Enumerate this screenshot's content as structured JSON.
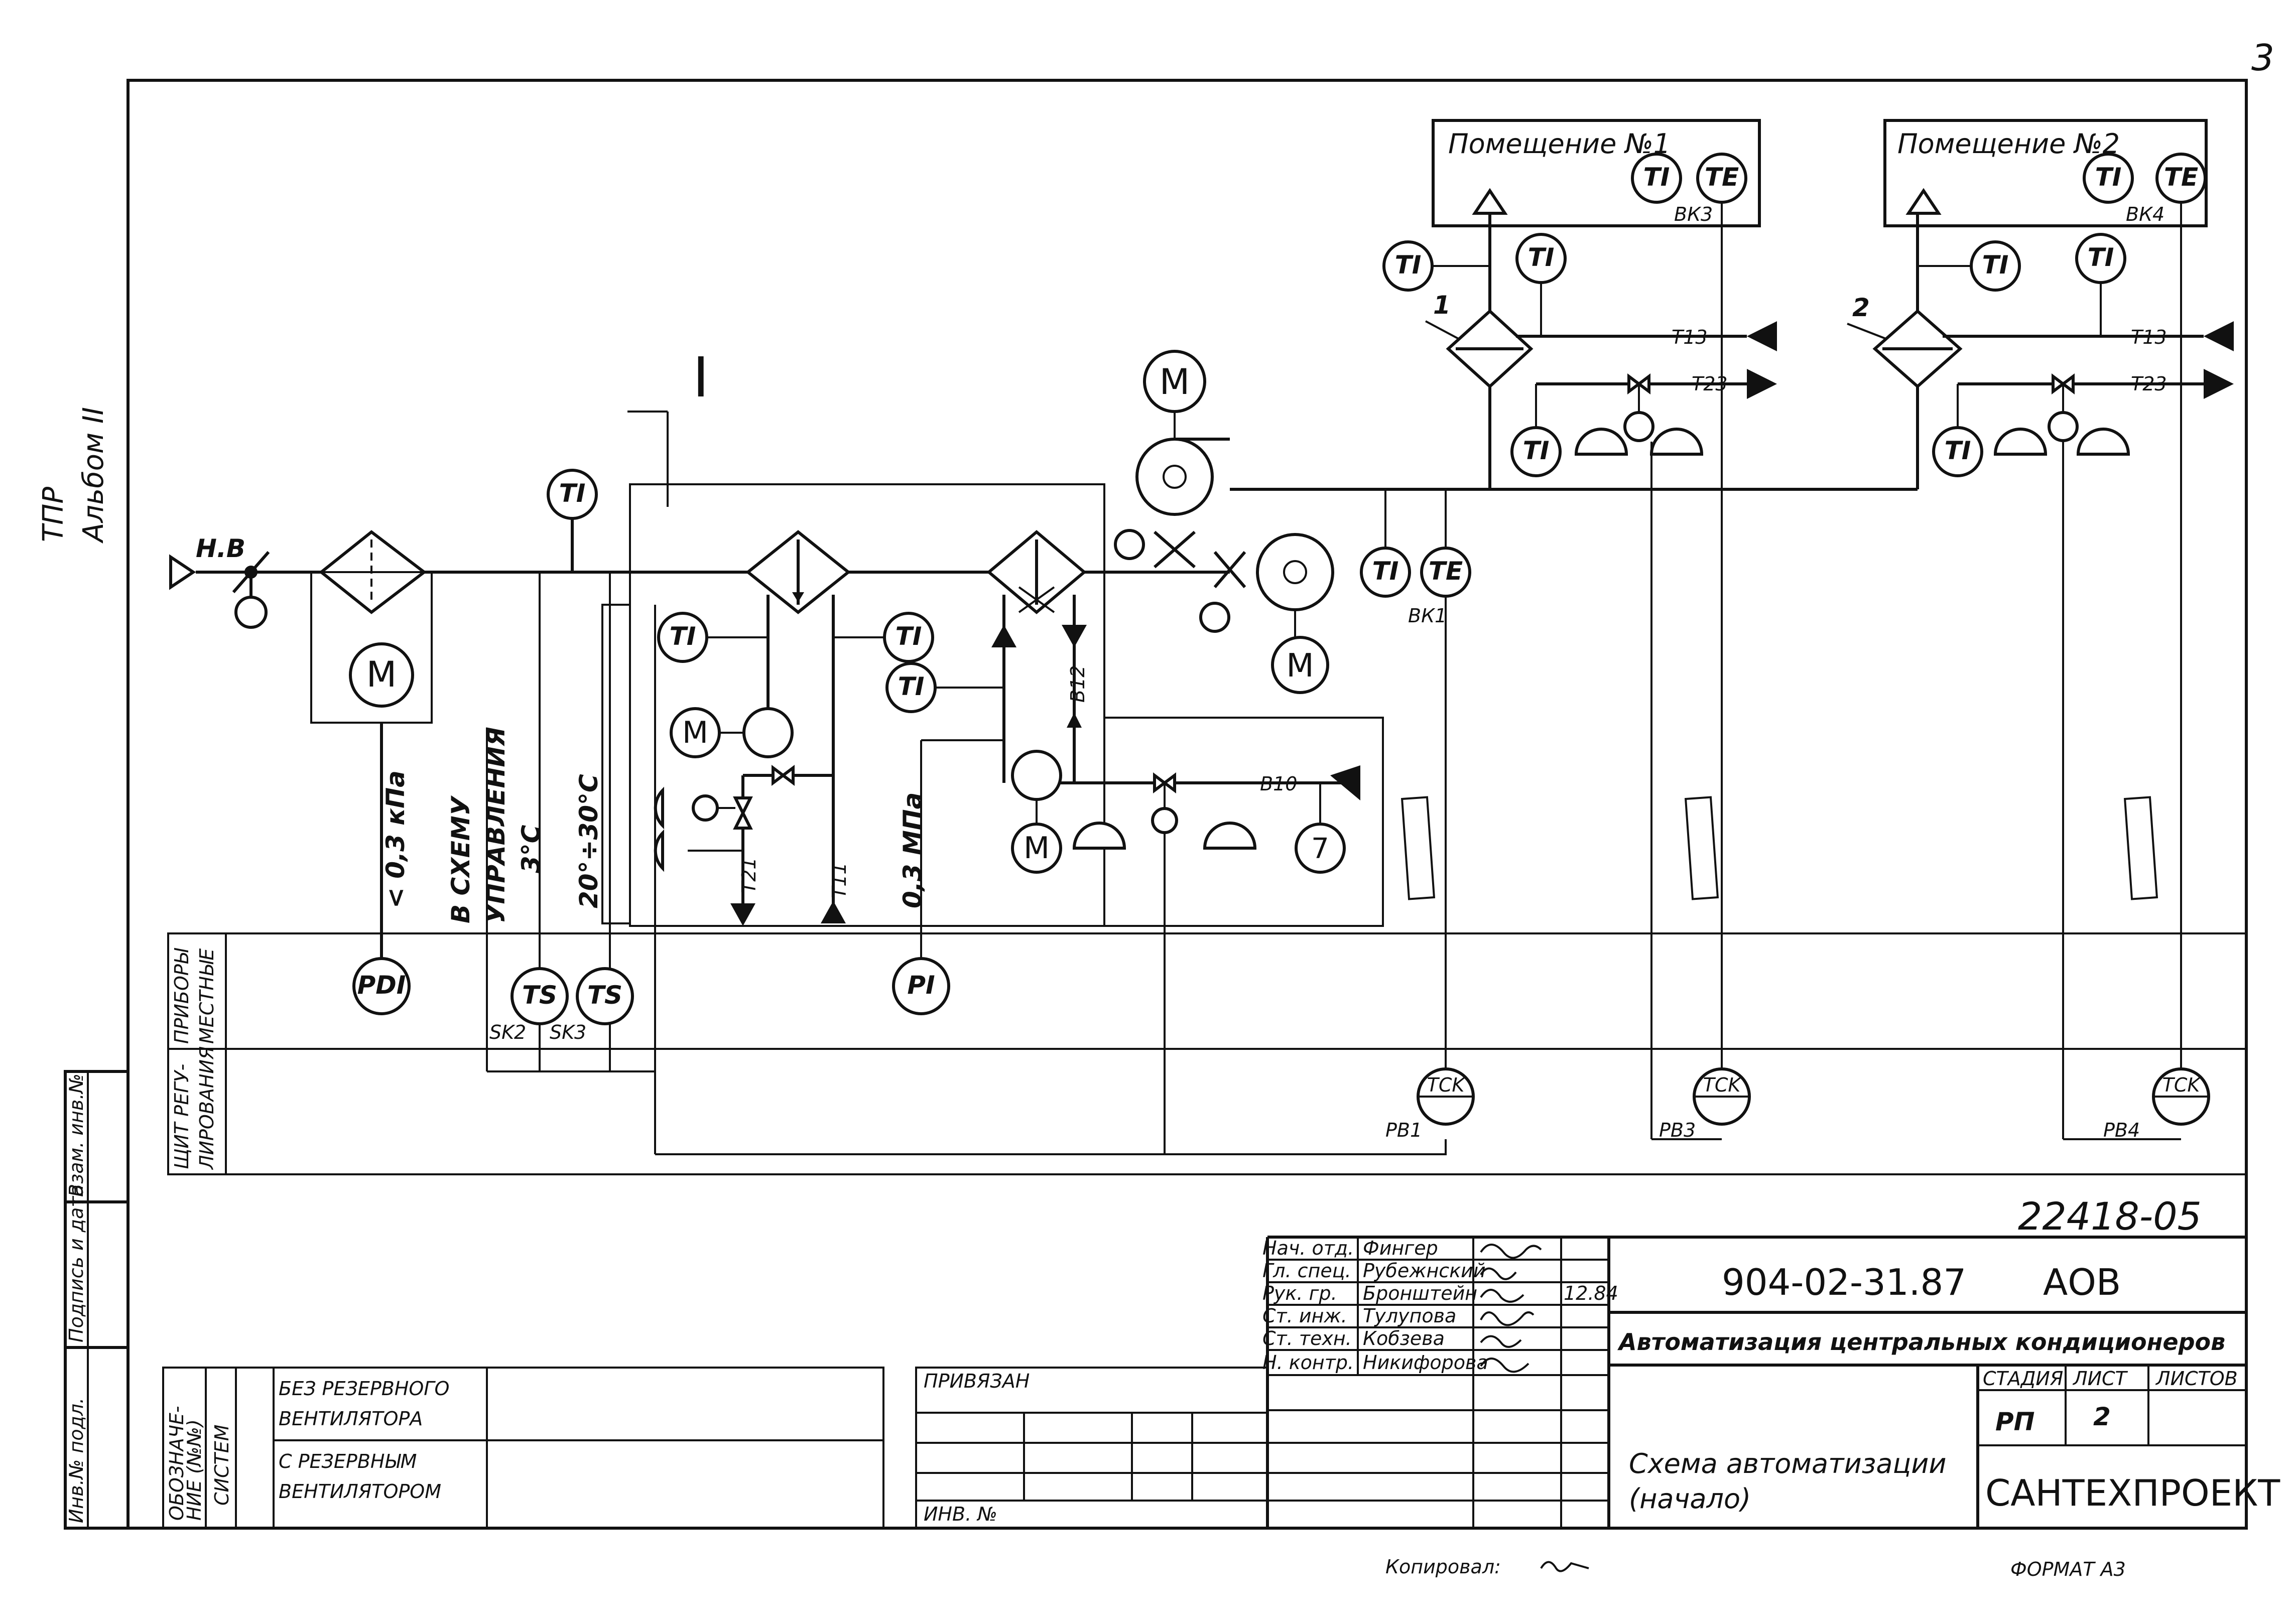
{
  "sheet": {
    "page_number": "3",
    "album_line1": "ТПР",
    "album_line2": "Альбом II",
    "format": "ФОРМАТ А3",
    "copied": "Копировал:"
  },
  "rooms": [
    {
      "label": "Помещение №1",
      "sensor_tag": "ВК3"
    },
    {
      "label": "Помещение №2",
      "sensor_tag": "ВК4"
    }
  ],
  "markers": {
    "section": "I",
    "air_intake": "Н.В",
    "heater_1": "1",
    "heater_2": "2"
  },
  "pipes": {
    "t13": "Т13",
    "t23": "Т23",
    "t13b": "Т13",
    "t23b": "Т23",
    "t11": "Т11",
    "t21": "Т21",
    "b10": "В10",
    "b12": "В12"
  },
  "instrument_tags": {
    "ti": "TI",
    "te": "TE",
    "pdi": "PDI",
    "ts": "TS",
    "pi": "PI",
    "tck": "TCK",
    "m": "M",
    "vk1": "ВК1",
    "sk2": "SK2",
    "sk3": "SK3",
    "pb1": "РВ1",
    "pb3": "РВ3",
    "pb4": "РВ4"
  },
  "annotations": {
    "pressure_filter": "< 0,3 кПа",
    "to_control_line1": "В СХЕМУ",
    "to_control_line2": "УПРАВЛЕНИЯ",
    "to_control_line3": "3°С",
    "temp_range": "20°÷30°С",
    "pressure_water": "0,3 МПа"
  },
  "panel_rows": [
    {
      "label_line1": "ПРИБОРЫ",
      "label_line2": "МЕСТНЫЕ"
    },
    {
      "label_line1": "ЩИТ РЕГУ-",
      "label_line2": "ЛИРОВАНИЯ"
    }
  ],
  "side_stamp": [
    "Инв.№ подл.",
    "Подпись и дата",
    "Взам. инв.№"
  ],
  "system_table": {
    "header_line1": "ОБОЗНАЧЕ-",
    "header_line2": "НИЕ (№№)",
    "header_line3": "СИСТЕМ",
    "row1_line1": "БЕЗ РЕЗЕРВНОГО",
    "row1_line2": "ВЕНТИЛЯТОРА",
    "row2_line1": "С РЕЗЕРВНЫМ",
    "row2_line2": "ВЕНТИЛЯТОРОМ"
  },
  "binding": {
    "label": "ПРИВЯЗАН",
    "inv": "ИНВ. №"
  },
  "title_block": {
    "ref_number": "22418-05",
    "doc_code": "904-02-31.87",
    "mark": "АОВ",
    "project_title": "Автоматизация центральных кондиционеров",
    "drawing_title_line1": "Схема автоматизации",
    "drawing_title_line2": "(начало)",
    "stage_header": "СТАДИЯ",
    "sheet_header": "ЛИСТ",
    "sheets_header": "ЛИСТОВ",
    "stage_value": "РП",
    "sheet_value": "2",
    "organization": "САНТЕХПРОЕКТ",
    "date": "12.84",
    "signatures": [
      {
        "role": "Нач. отд.",
        "name": "Фингер"
      },
      {
        "role": "Гл. спец.",
        "name": "Рубежнский"
      },
      {
        "role": "Рук. гр.",
        "name": "Бронштейн"
      },
      {
        "role": "Ст. инж.",
        "name": "Тулупова"
      },
      {
        "role": "Ст. техн.",
        "name": "Кобзева"
      },
      {
        "role": "Н. контр.",
        "name": "Никифорова"
      }
    ]
  }
}
